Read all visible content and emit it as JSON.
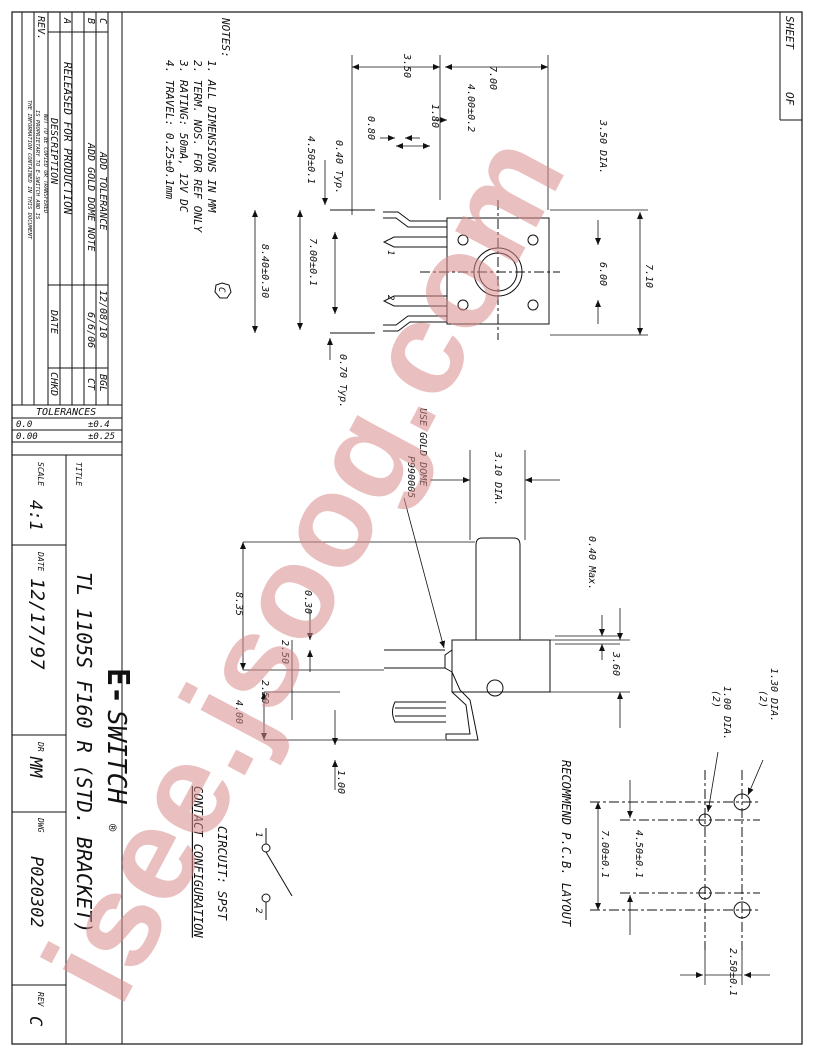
{
  "sheet": {
    "label": "SHEET",
    "of": "OF"
  },
  "revisions": {
    "rows": [
      {
        "rev": "C",
        "description": "ADD TOLERANCE",
        "date": "12/08/10",
        "chkd": "BGL"
      },
      {
        "rev": "B",
        "description": "ADD GOLD DOME NOTE",
        "date": "6/6/06",
        "chkd": "CT"
      },
      {
        "rev": "A",
        "description": "RELEASED FOR PRODUCTION",
        "date": "",
        "chkd": ""
      }
    ],
    "header": {
      "rev": "REV.",
      "description": "DESCRIPTION",
      "date": "DATE",
      "chkd": "CHKD"
    },
    "confidential": [
      "THE INFORMATION CONTAINED IN THIS DOCUMENT",
      "IS PROPRIETARY TO E-SWITCH AND IS",
      "NOT TO BE COPIED OR TRANSFERED"
    ]
  },
  "tolerances": {
    "title": "TOLERANCES",
    "rows": [
      [
        "0.0",
        "±0.4"
      ],
      [
        "0.00",
        "±0.25"
      ]
    ]
  },
  "title_block": {
    "title_label": "TITLE",
    "logo_mark": "E-",
    "logo_text": "SWITCH",
    "reg": "®",
    "part_title": "TL 1105S F160 R (STD. BRACKET)",
    "scale_label": "SCALE",
    "scale": "4:1",
    "date_label": "DATE",
    "date": "12/17/97",
    "dr_label": "DR",
    "dr": "MM",
    "dwg_label": "DWG",
    "dwg": "P020302",
    "rev_label": "REV",
    "rev": "C"
  },
  "notes": {
    "title": "NOTES:",
    "items": [
      "1. ALL DIMENSIONS IN MM",
      "2. TERM. NOS. FOR REF ONLY",
      "3. RATING: 50mA, 12V DC",
      "4. TRAVEL: 0.25±0.1mm"
    ],
    "rev_marker": "C"
  },
  "top_view": {
    "dims": {
      "d350": "3.50",
      "d700": "7.00",
      "d400": "4.00±0.2",
      "d180": "1.80",
      "d080": "0.80",
      "d040": "0.40 Typ.",
      "d450": "4.50±0.1",
      "d700b": "7.00±0.1",
      "d840": "8.40±0.30",
      "d070": "0.70 Typ.",
      "d350dia": "3.50 DIA.",
      "d600": "6.00",
      "d710": "7.10"
    },
    "terminals": [
      "1",
      "2"
    ]
  },
  "side_view": {
    "dims": {
      "d310": "3.10 DIA.",
      "d040": "0.40 Max.",
      "d360": "3.60",
      "d835": "8.35",
      "d030": "0.30",
      "d250a": "2.50",
      "d250b": "2.50",
      "d400": "4.00",
      "d100": "1.00"
    },
    "note": [
      "USE GOLD DOME",
      "P990005"
    ]
  },
  "pcb": {
    "title": "RECOMMEND P.C.B. LAYOUT",
    "dims": {
      "d130": "1.30 DIA.",
      "d130n": "(2)",
      "d100": "1.00 DIA.",
      "d100n": "(2)",
      "d450": "4.50±0.1",
      "d700": "7.00±0.1",
      "d250": "2.50±0.1"
    }
  },
  "circuit": {
    "title": "CIRCUIT: SPST",
    "subtitle": "CONTACT CONFIGURATION",
    "terminals": [
      "1",
      "2"
    ]
  },
  "watermark": {
    "text": "isee.jsoog.com"
  }
}
